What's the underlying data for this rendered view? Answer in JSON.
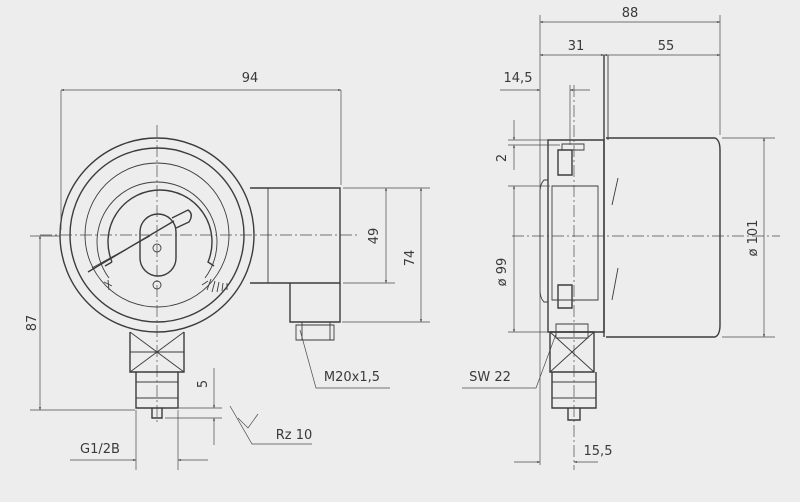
{
  "front_view": {
    "width": "94",
    "height_total": "87",
    "case_height": "49",
    "box_height": "74",
    "tail_length": "5",
    "thread": "G1/2B",
    "connector_thread": "M20x1,5",
    "roughness": "Rz 10"
  },
  "side_view": {
    "depth_total": "88",
    "depth_front": "31",
    "depth_back": "55",
    "flange": "14,5",
    "gap": "2",
    "dial_diameter": "ø 99",
    "case_diameter": "ø 101",
    "wrench_size": "SW 22",
    "stem_offset": "15,5"
  }
}
